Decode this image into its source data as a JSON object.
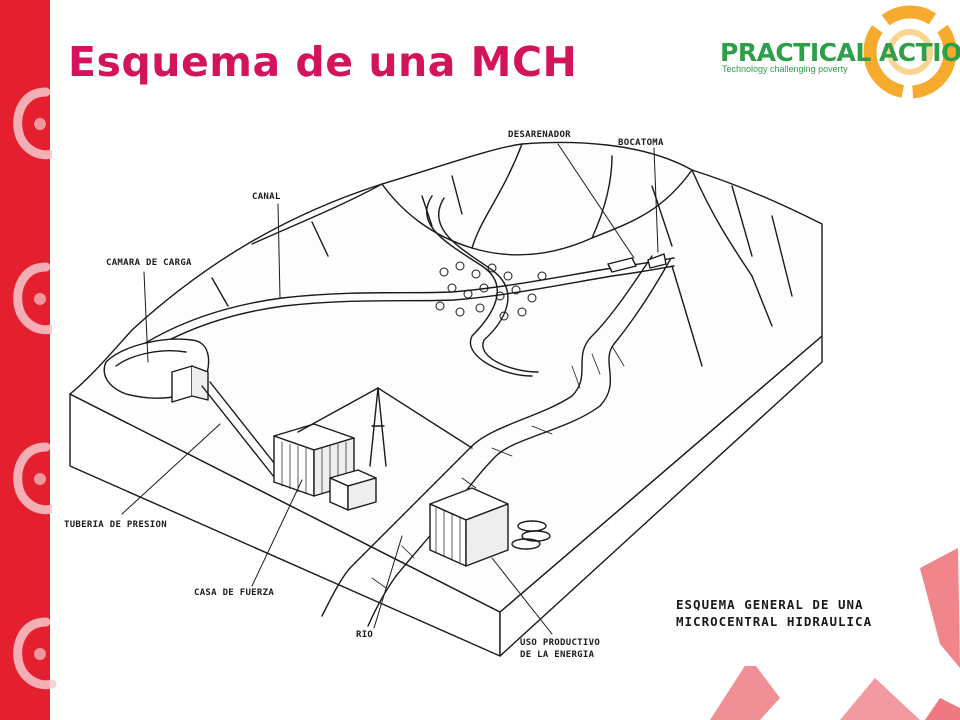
{
  "slide": {
    "title": "Esquema de una MCH"
  },
  "logo": {
    "name": "PRACTICAL ACTION",
    "tagline": "Technology challenging poverty"
  },
  "diagram": {
    "labels": {
      "desarenador": "DESARENADOR",
      "bocatoma": "BOCATOMA",
      "canal": "CANAL",
      "camara_de_carga": "CAMARA DE CARGA",
      "tuberia_de_presion": "TUBERIA DE PRESION",
      "casa_de_fuerza": "CASA DE FUERZA",
      "rio": "RIO",
      "uso_productivo_1": "USO PRODUCTIVO",
      "uso_productivo_2": "DE LA ENERGIA"
    },
    "caption": {
      "line1": "ESQUEMA GENERAL DE UNA",
      "line2": "MICROCENTRAL HIDRAULICA"
    }
  },
  "colors": {
    "strip_red": "#e4202e",
    "title_pink": "#d4145a",
    "logo_green": "#2e9f48",
    "logo_orange": "#f5a623",
    "ink": "#1a1a1a"
  }
}
